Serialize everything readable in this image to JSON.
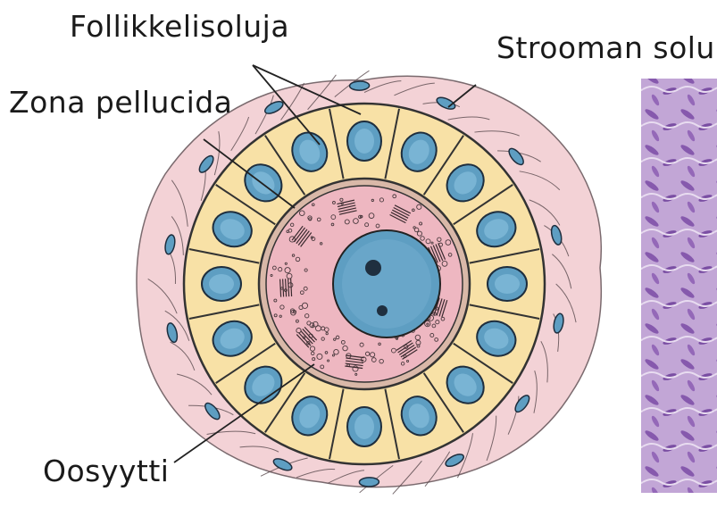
{
  "labels": {
    "follicle_cells": "Follikkelisoluja",
    "zona_pellucida": "Zona pellucida",
    "stroma_cell": "Strooman solu",
    "oocyte": "Oosyytti"
  },
  "colors": {
    "stroma_pink": "#f3d2d6",
    "follicle_yellow": "#f8e1a6",
    "cytoplasm_pink": "#eeb7c1",
    "nucleus_blue": "#5e9ec2",
    "nucleus_light_blue": "#8cc3e0",
    "histology_purple": "#a884c4",
    "outline": "#333333"
  },
  "icons": [
    "follicle-diagram",
    "histology-micrograph"
  ]
}
